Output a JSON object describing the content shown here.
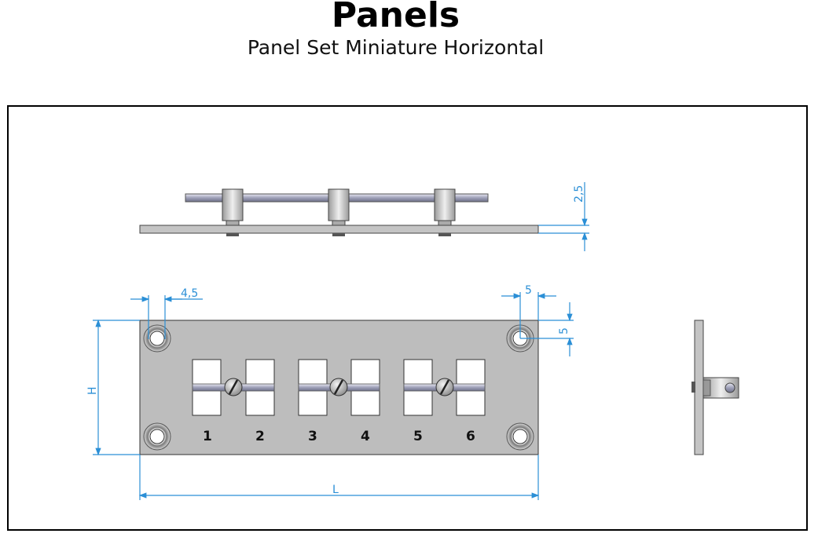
{
  "header": {
    "title": "Panels",
    "subtitle": "Panel Set Miniature Horizontal"
  },
  "dimensions": {
    "top_thickness": "2,5",
    "hole_offset_left": "4,5",
    "hole_offset_right_x": "5",
    "hole_offset_right_y": "5",
    "height": "H",
    "length": "L"
  },
  "slots": {
    "labels": [
      "1",
      "2",
      "3",
      "4",
      "5",
      "6"
    ]
  },
  "colors": {
    "dimension": "#2b8fd6",
    "panel": "#bdbdbd",
    "outline": "#333333"
  },
  "icons": {
    "screw": "slotted-screw-icon",
    "hole": "mounting-hole-icon"
  }
}
